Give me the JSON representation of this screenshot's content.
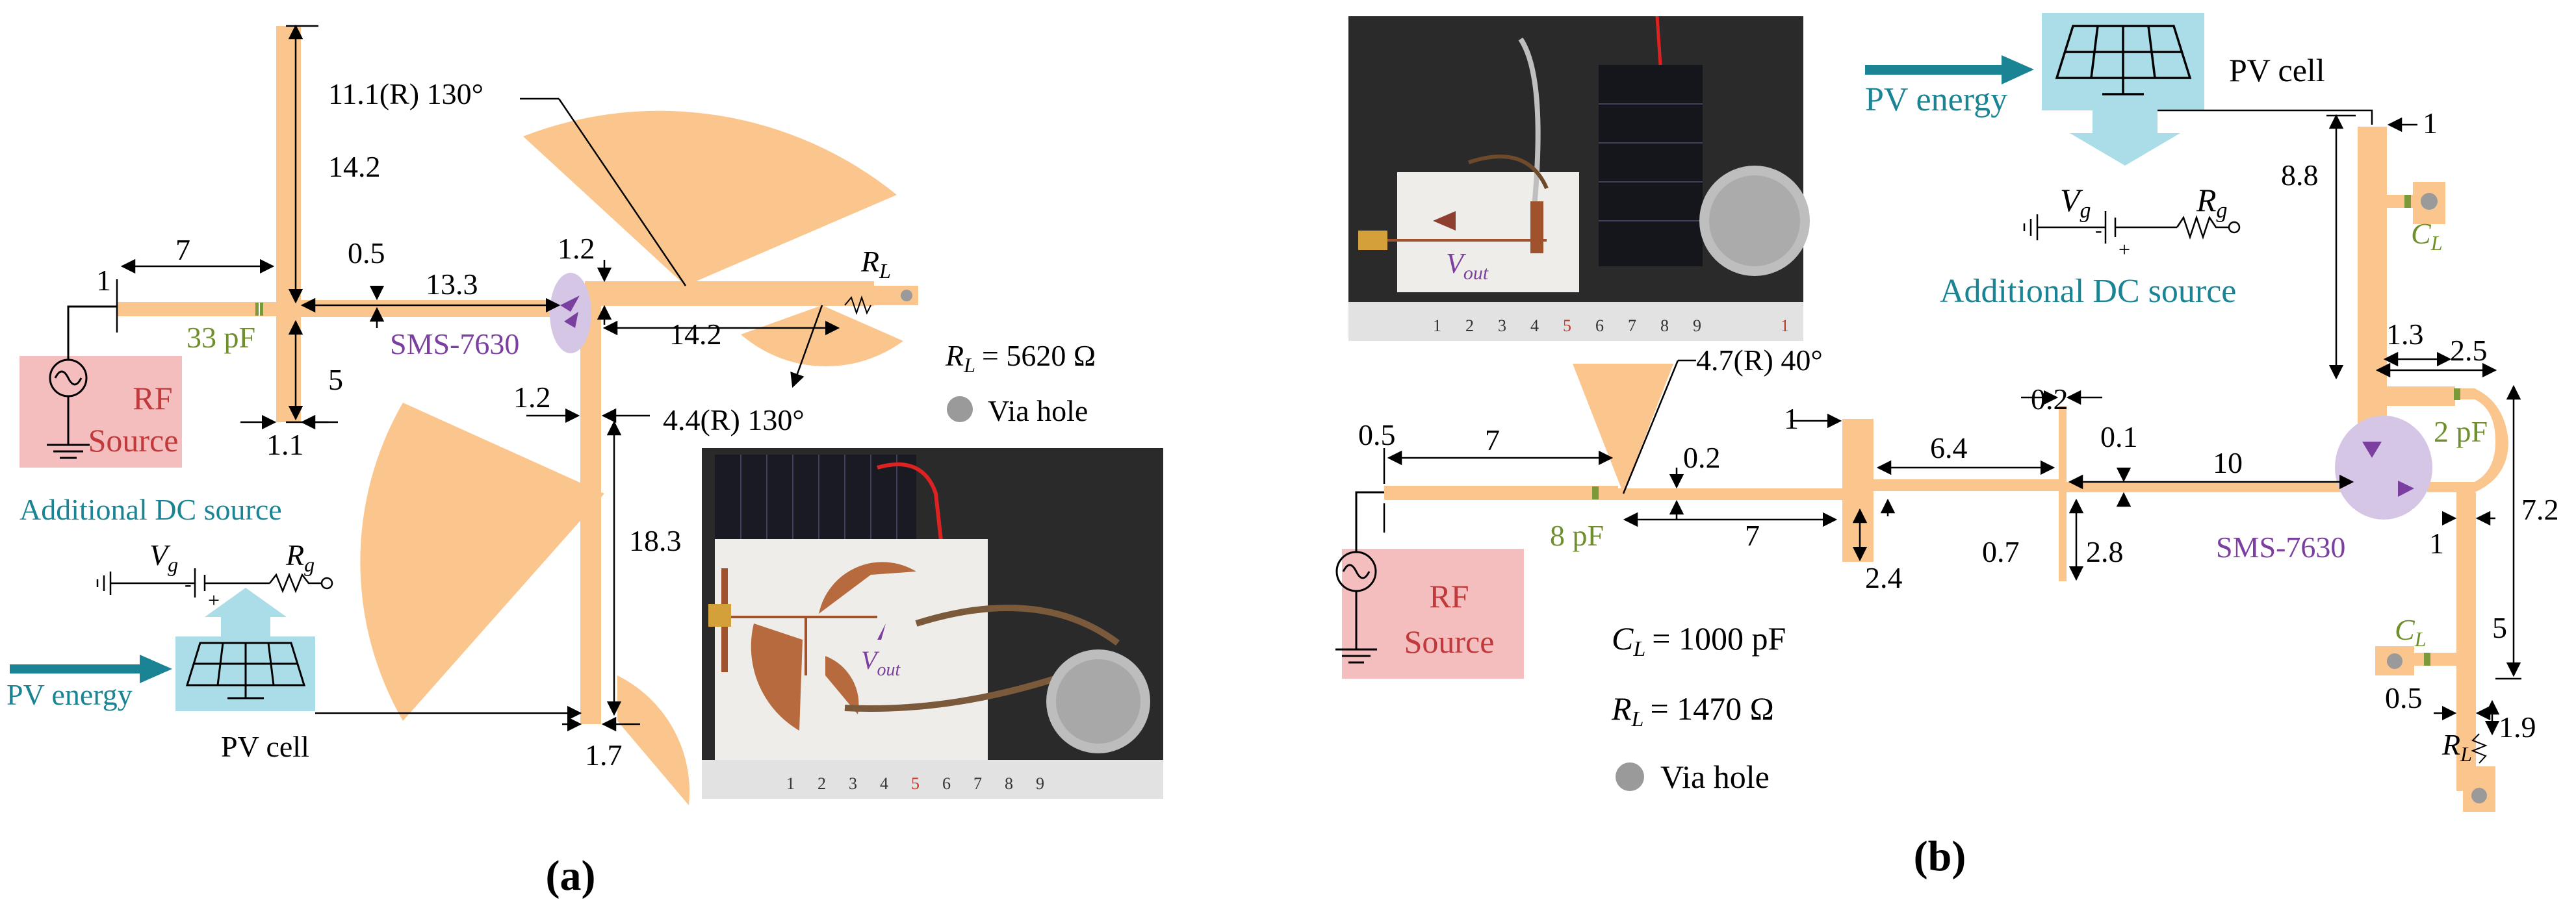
{
  "colors": {
    "trace": "#FBC68D",
    "rf_box": "#F4BDBE",
    "pv_box": "#AADDE8",
    "pv_arrow": "#1B8494",
    "cap_green": "#7A9A3A",
    "diode_purple": "#7B3FA0",
    "diode_halo": "#D5C6E6",
    "via": "#9A9A9A",
    "photo_bg": "#2A2A2A"
  },
  "panel_a": {
    "caption": "(a)",
    "dims": {
      "d1": "1",
      "d7": "7",
      "d0_5": "0.5",
      "d13_3": "13.3",
      "d1_2_top": "1.2",
      "d14_2_vert": "14.2",
      "d14_2_horiz": "14.2",
      "d5": "5",
      "d1_1": "1.1",
      "d1_2_mid": "1.2",
      "d18_3": "18.3",
      "d1_7": "1.7"
    },
    "stub_large": "11.1(R) 130°",
    "stub_small": "4.4(R) 130°",
    "cap": "33 pF",
    "diode": "SMS-7630",
    "rl_symbol": "R",
    "rl_sub": "L",
    "rl_value_eq": "= 5620 Ω",
    "via_legend": "Via hole",
    "rf_source": [
      "RF",
      "Source"
    ],
    "dc_title": "Additional DC source",
    "vg": "V",
    "vg_sub": "g",
    "rg": "R",
    "rg_sub": "g",
    "pv_energy": "PV energy",
    "pv_cell": "PV cell",
    "vout": "V",
    "vout_sub": "out",
    "ruler_nums": [
      "1",
      "2",
      "3",
      "4",
      "5",
      "6",
      "7",
      "8",
      "9"
    ],
    "battery_sign": [
      "-",
      "+"
    ]
  },
  "panel_b": {
    "caption": "(b)",
    "dims": {
      "d0_5a": "0.5",
      "d7a": "7",
      "d0_2a": "0.2",
      "d7b": "7",
      "d1a": "1",
      "d6_4": "6.4",
      "d2_4": "2.4",
      "d0_7": "0.7",
      "d0_2b": "0.2",
      "d0_1": "0.1",
      "d2_8": "2.8",
      "d10": "10",
      "d1_top": "1",
      "d8_8": "8.8",
      "d1_3": "1.3",
      "d2_5": "2.5",
      "d7_2": "7.2",
      "d1b": "1",
      "d5": "5",
      "d0_5b": "0.5",
      "d1_9": "1.9"
    },
    "stub": "4.7(R) 40°",
    "cap_in": "8 pF",
    "cap_2": "2 pF",
    "cl_symbol": "C",
    "cl_sub": "L",
    "diode": "SMS-7630",
    "rl_symbol": "R",
    "rl_sub": "L",
    "cl_value_eq": "= 1000 pF",
    "rl_value_eq": "= 1470 Ω",
    "via_legend": "Via hole",
    "rf_source": [
      "RF",
      "Source"
    ],
    "pv_energy": "PV energy",
    "pv_cell": "PV cell",
    "dc_title": "Additional DC source",
    "vg": "V",
    "vg_sub": "g",
    "rg": "R",
    "rg_sub": "g",
    "vout": "V",
    "vout_sub": "out",
    "ruler_nums": [
      "1",
      "2",
      "3",
      "4",
      "5",
      "6",
      "7",
      "8",
      "9",
      "1"
    ],
    "battery_sign": [
      "-",
      "+"
    ]
  }
}
